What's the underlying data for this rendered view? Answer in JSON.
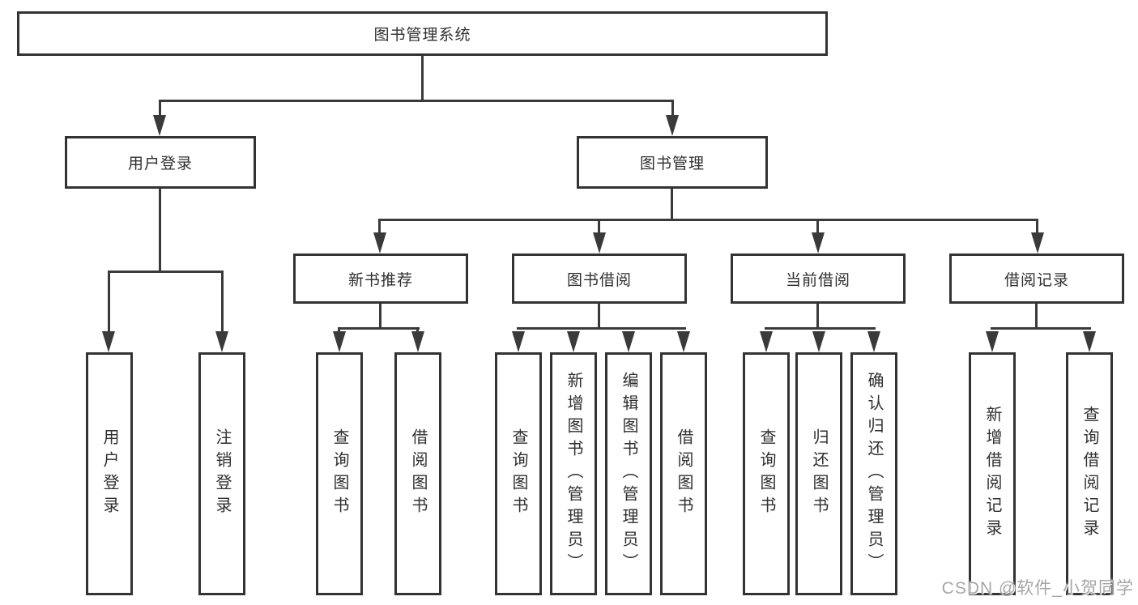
{
  "diagram": {
    "root": {
      "label": "图书管理系统"
    },
    "branches": [
      {
        "label": "用户登录",
        "children": [
          {
            "label": "用户登录"
          },
          {
            "label": "注销登录"
          }
        ]
      },
      {
        "label": "图书管理",
        "children": [
          {
            "label": "新书推荐",
            "children": [
              {
                "label": "查询图书"
              },
              {
                "label": "借阅图书"
              }
            ]
          },
          {
            "label": "图书借阅",
            "children": [
              {
                "label": "查询图书"
              },
              {
                "label": "新增图书（管理员）"
              },
              {
                "label": "编辑图书（管理员）"
              },
              {
                "label": "借阅图书"
              }
            ]
          },
          {
            "label": "当前借阅",
            "children": [
              {
                "label": "查询图书"
              },
              {
                "label": "归还图书"
              },
              {
                "label": "确认归还（管理员）"
              }
            ]
          },
          {
            "label": "借阅记录",
            "children": [
              {
                "label": "新增借阅记录"
              },
              {
                "label": "查询借阅记录"
              }
            ]
          }
        ]
      }
    ]
  },
  "watermark": {
    "text": "CSDN @软件_小贺同学"
  },
  "colors": {
    "line": "#3a3a3a",
    "box_border": "#333333",
    "text": "#2f2f2f",
    "watermark": "#a6a6a6",
    "background": "#ffffff"
  }
}
